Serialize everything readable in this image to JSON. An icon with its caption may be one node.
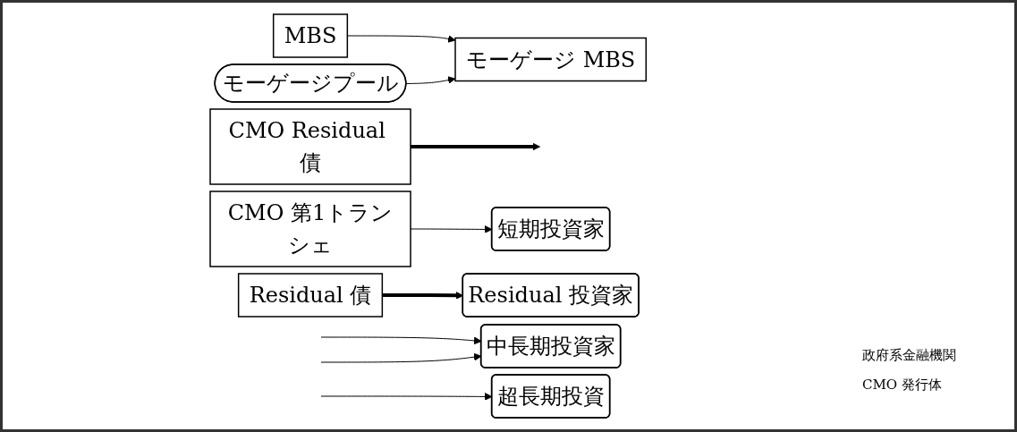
{
  "diagram": {
    "nodes": [
      {
        "text": [
          "MBS"
        ]
      },
      {
        "text": [
          "モーゲージプール"
        ]
      },
      {
        "text": [
          "モーゲージ MBS"
        ]
      },
      {
        "text": [
          "CMO Residual 債"
        ]
      },
      {
        "text": [
          "CMO 第1トランシェ"
        ]
      },
      {
        "text": [
          "短期投資家"
        ]
      },
      {
        "text": [
          "中長期投資家"
        ]
      },
      {
        "text": [
          "超長期投資"
        ]
      },
      {
        "text": [
          "Residual 債"
        ]
      },
      {
        "text": [
          "Residual 投資家"
        ]
      }
    ],
    "edges": [
      {
        "from": 0,
        "to": 2,
        "arrow": "to"
      },
      {
        "from": 1,
        "to": 2,
        "arrow": "to"
      },
      {
        "from": 3,
        "to": null,
        "arrow": "to",
        "style": "thick"
      },
      {
        "from": 4,
        "to": 5,
        "arrow": "to"
      },
      {
        "from": null,
        "to": 6,
        "arrow": "to"
      },
      {
        "from": null,
        "to": 6,
        "arrow": "to"
      },
      {
        "from": null,
        "to": 7,
        "arrow": "to"
      },
      {
        "from": 8,
        "to": 9,
        "arrow": "to",
        "style": "thick"
      }
    ],
    "labels": [
      "政府系金融機関",
      "CMO 発行体"
    ]
  }
}
